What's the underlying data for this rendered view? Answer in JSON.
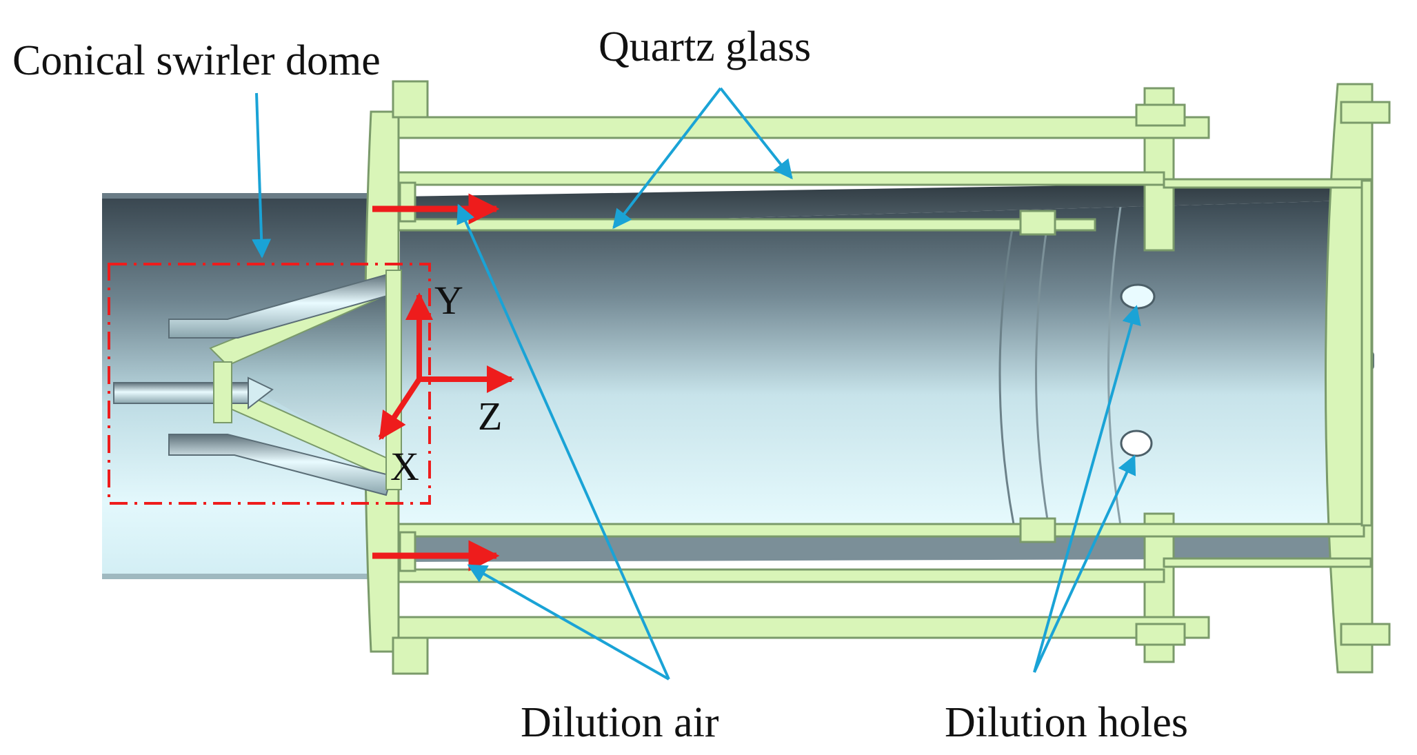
{
  "labels": {
    "swirler_dome": "Conical swirler dome",
    "quartz_glass": "Quartz glass",
    "dilution_air": "Dilution air",
    "dilution_holes": "Dilution holes"
  },
  "axes": {
    "y": "Y",
    "z": "Z",
    "x": "X"
  },
  "colors": {
    "frame_green": "#d9f5b8",
    "frame_outline": "#7a9a6a",
    "steel_light": "#e2f7fb",
    "steel_dark": "#3c4b55",
    "leader_cyan": "#1aa3d6",
    "arrow_red": "#ee1c1c",
    "box_red": "#ee1c1c"
  },
  "icons": [
    "flow-arrow-icon",
    "leader-arrow-icon",
    "coordinate-axes-icon"
  ]
}
